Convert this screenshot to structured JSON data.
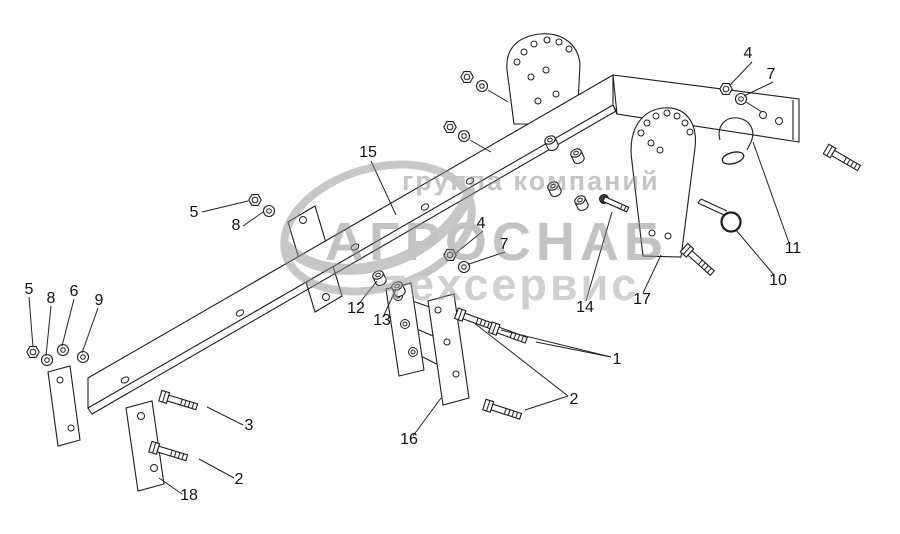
{
  "diagram": {
    "watermark": {
      "company_type": "группа компаний",
      "company_name": "АГРОСНАБ",
      "division": "техсервис"
    },
    "colors": {
      "line": "#1c1c1c",
      "watermark_gray": "#8c8c8c",
      "background": "#ffffff"
    },
    "callouts": [
      {
        "label": "4"
      },
      {
        "label": "7"
      },
      {
        "label": "5"
      },
      {
        "label": "8"
      },
      {
        "label": "15"
      },
      {
        "label": "4"
      },
      {
        "label": "7"
      },
      {
        "label": "12"
      },
      {
        "label": "13"
      },
      {
        "label": "5"
      },
      {
        "label": "8"
      },
      {
        "label": "6"
      },
      {
        "label": "9"
      },
      {
        "label": "11"
      },
      {
        "label": "10"
      },
      {
        "label": "14"
      },
      {
        "label": "17"
      },
      {
        "label": "1"
      },
      {
        "label": "2"
      },
      {
        "label": "3"
      },
      {
        "label": "16"
      },
      {
        "label": "2"
      },
      {
        "label": "18"
      }
    ]
  }
}
